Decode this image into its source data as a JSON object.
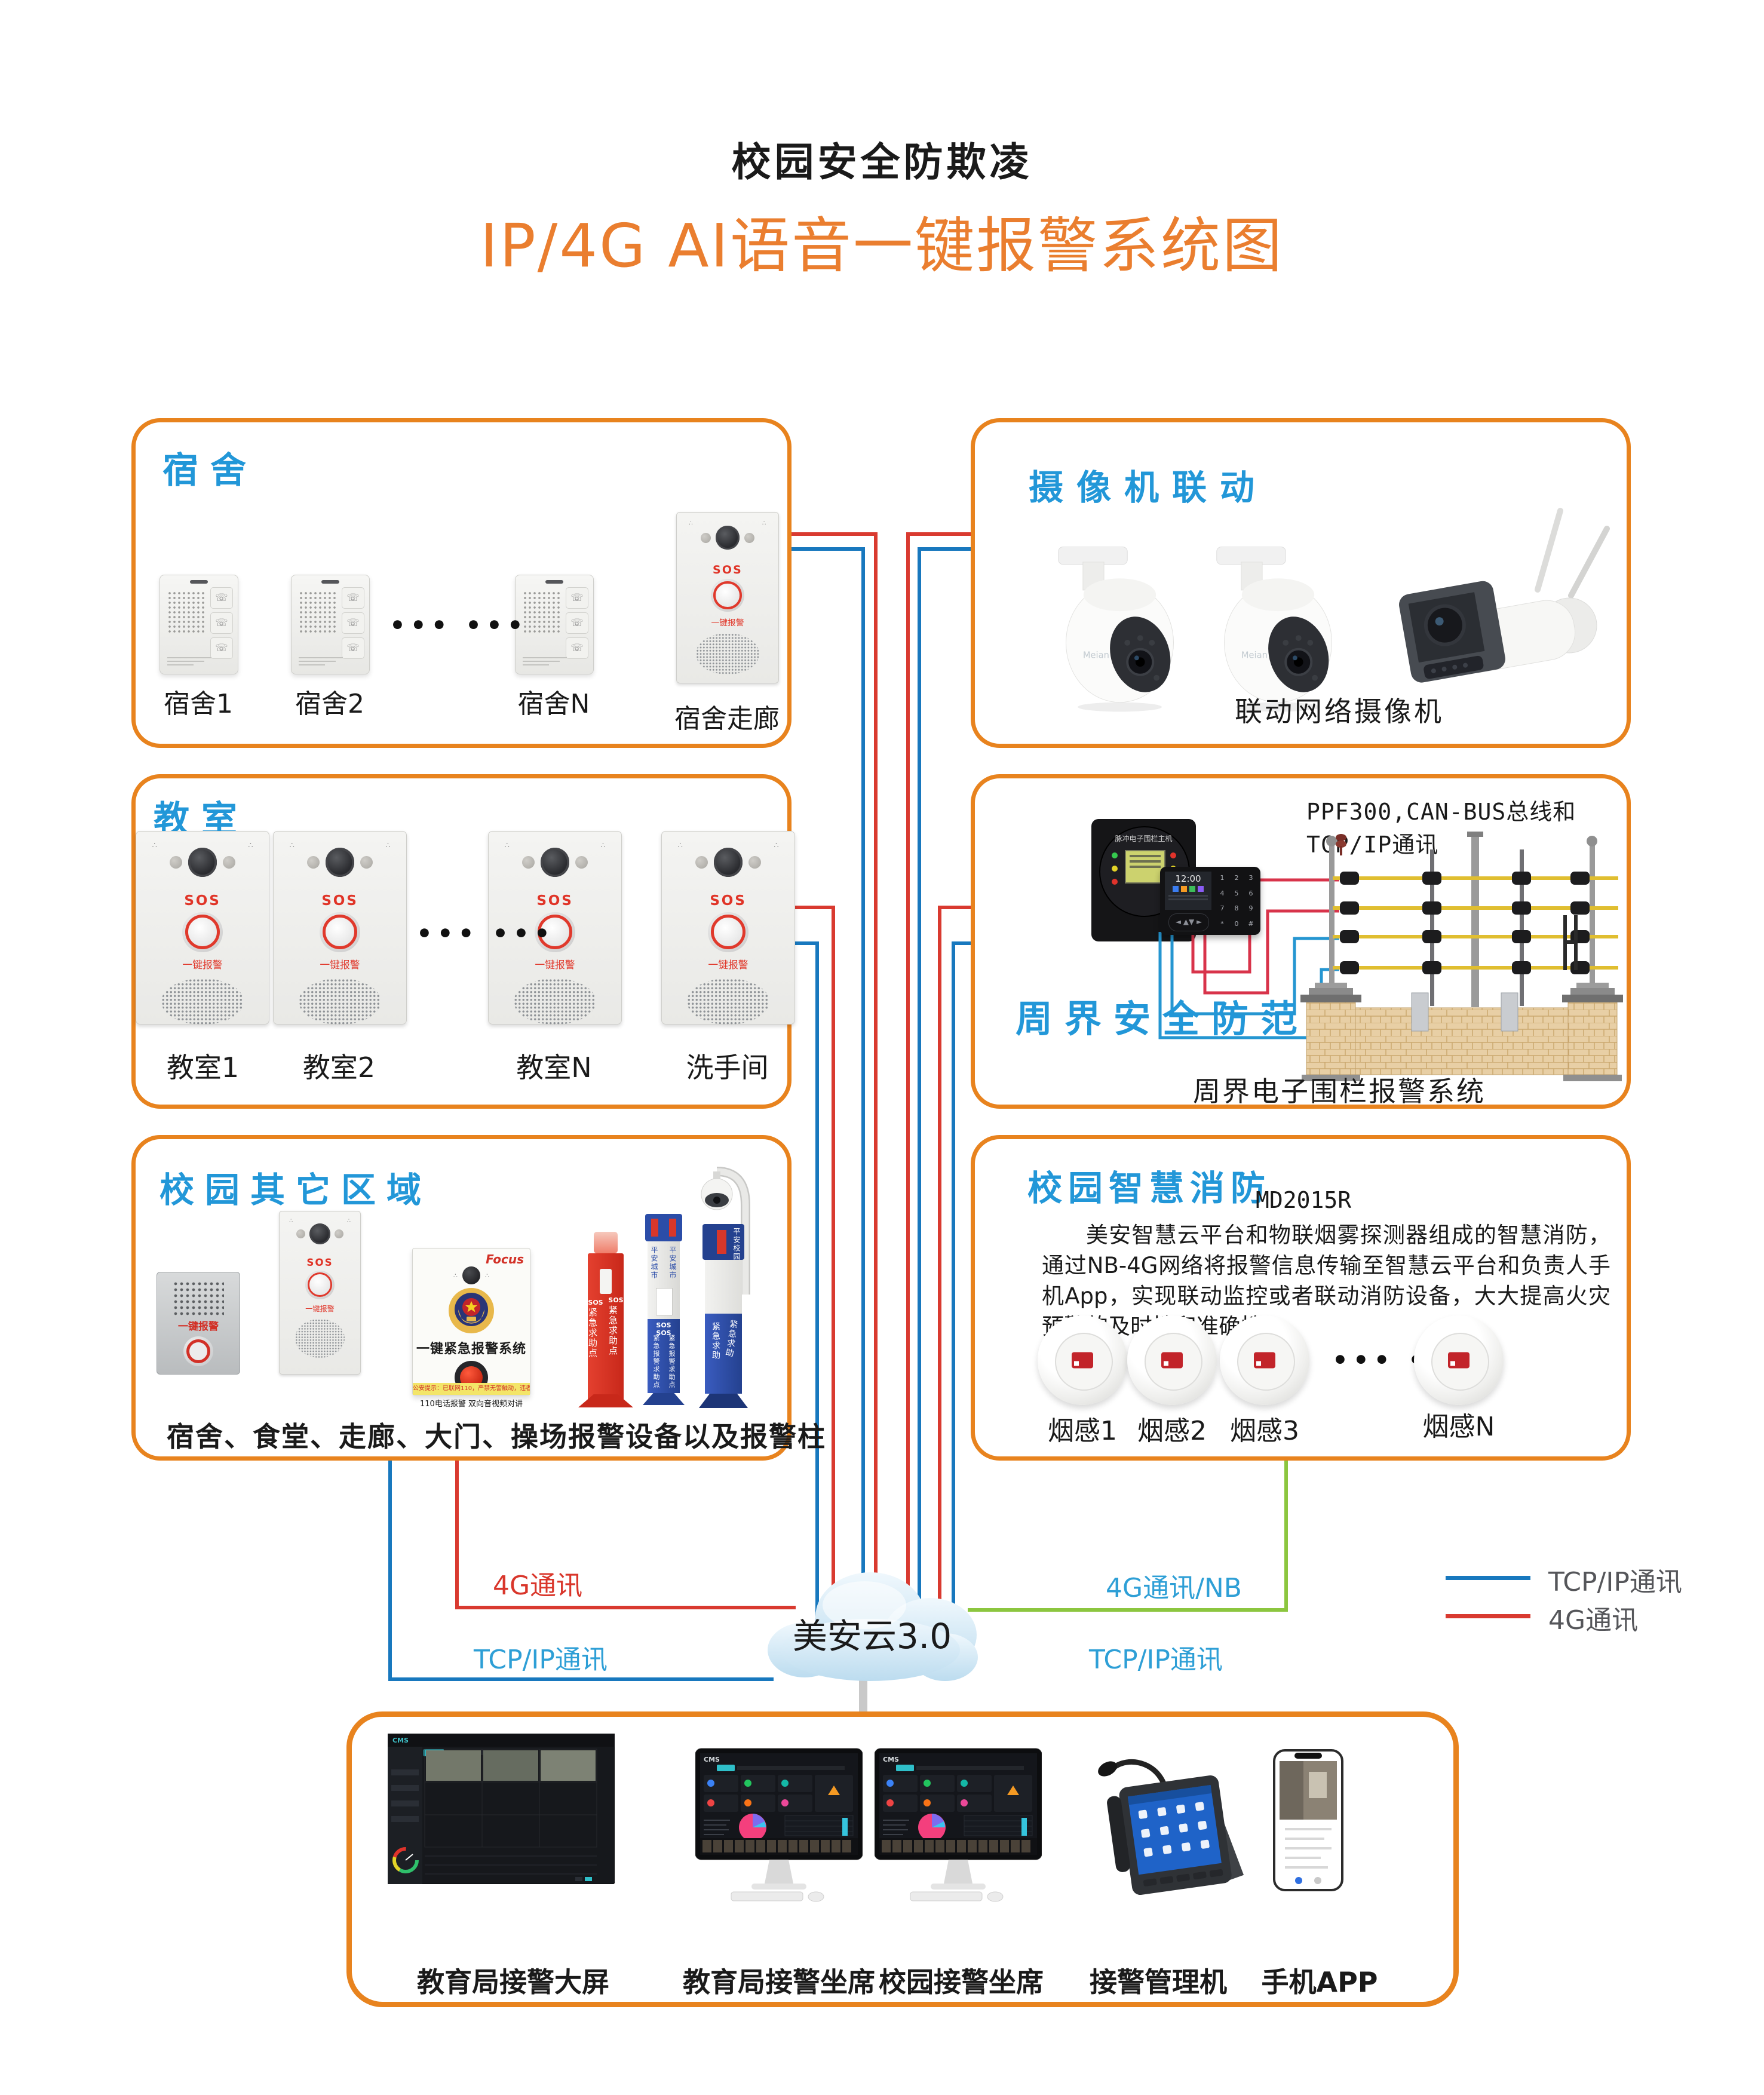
{
  "titles": {
    "subtitle": "校园安全防欺凌",
    "main": "IP/4G AI语音一键报警系统图"
  },
  "cloud": {
    "label": "美安云3.0"
  },
  "links": {
    "left_4g": "4G通讯",
    "left_tcpip": "TCP/IP通讯",
    "right_4gnb": "4G通讯/NB",
    "right_tcpip": "TCP/IP通讯"
  },
  "legend": {
    "tcpip": "TCP/IP通讯",
    "g4": "4G通讯"
  },
  "device_text": {
    "sos": "SOS",
    "one_key": "一键报警",
    "monitor_logo": "CMS",
    "camera_brand": "Meian",
    "keypad_time": "12:00"
  },
  "dorm": {
    "heading": "宿舍",
    "items": [
      "宿舍1",
      "宿舍2",
      "宿舍N"
    ],
    "dots": "••• •••",
    "corridor": "宿舍走廊"
  },
  "camera_box": {
    "heading": "摄像机联动",
    "caption": "联动网络摄像机"
  },
  "classroom": {
    "heading": "教室",
    "items": [
      "教室1",
      "教室2",
      "教室N",
      "洗手间"
    ],
    "dots": "••• •••"
  },
  "perimeter": {
    "heading": "周界安全防范",
    "note": "PPF300,CAN-BUS总线和TCP/IP通讯",
    "caption": "周界电子围栏报警系统",
    "host_label": "脉冲电子围栏主机",
    "keys": [
      "1",
      "2",
      "3",
      "4",
      "5",
      "6",
      "7",
      "8",
      "9",
      "*",
      "0",
      "#"
    ]
  },
  "other": {
    "heading": "校园其它区域",
    "caption": "宿舍、食堂、走廊、大门、操场报警设备以及报警柱",
    "metal_label": "一键报警",
    "cabinet": {
      "brand": "Focus",
      "title": "一键紧急报警系统",
      "sub": "110电话报警  双向音视频对讲",
      "warning": "公安提示：已联网110，严禁无警触动，违者后果自负"
    },
    "red_column": {
      "sos": "SOS",
      "text": "紧急求助点"
    },
    "city_column": {
      "top": "平安城市",
      "sos": "SOS SOS",
      "text": "紧急报警求助点"
    },
    "cam_column": {
      "top": "平安校园",
      "text": "紧急求助"
    }
  },
  "fire": {
    "heading": "校园智慧消防",
    "model": "MD2015R",
    "desc": "美安智慧云平台和物联烟雾探测器组成的智慧消防，通过NB-4G网络将报警信息传输至智慧云平台和负责人手机App，实现联动监控或者联动消防设备，大大提高火灾预警的及时性和准确性。",
    "items": [
      "烟感1",
      "烟感2",
      "烟感3",
      "烟感N"
    ],
    "dots": "••• •••"
  },
  "bottom": {
    "labels": [
      "教育局接警大屏",
      "教育局接警坐席",
      "校园接警坐席",
      "接警管理机",
      "手机APP"
    ]
  }
}
